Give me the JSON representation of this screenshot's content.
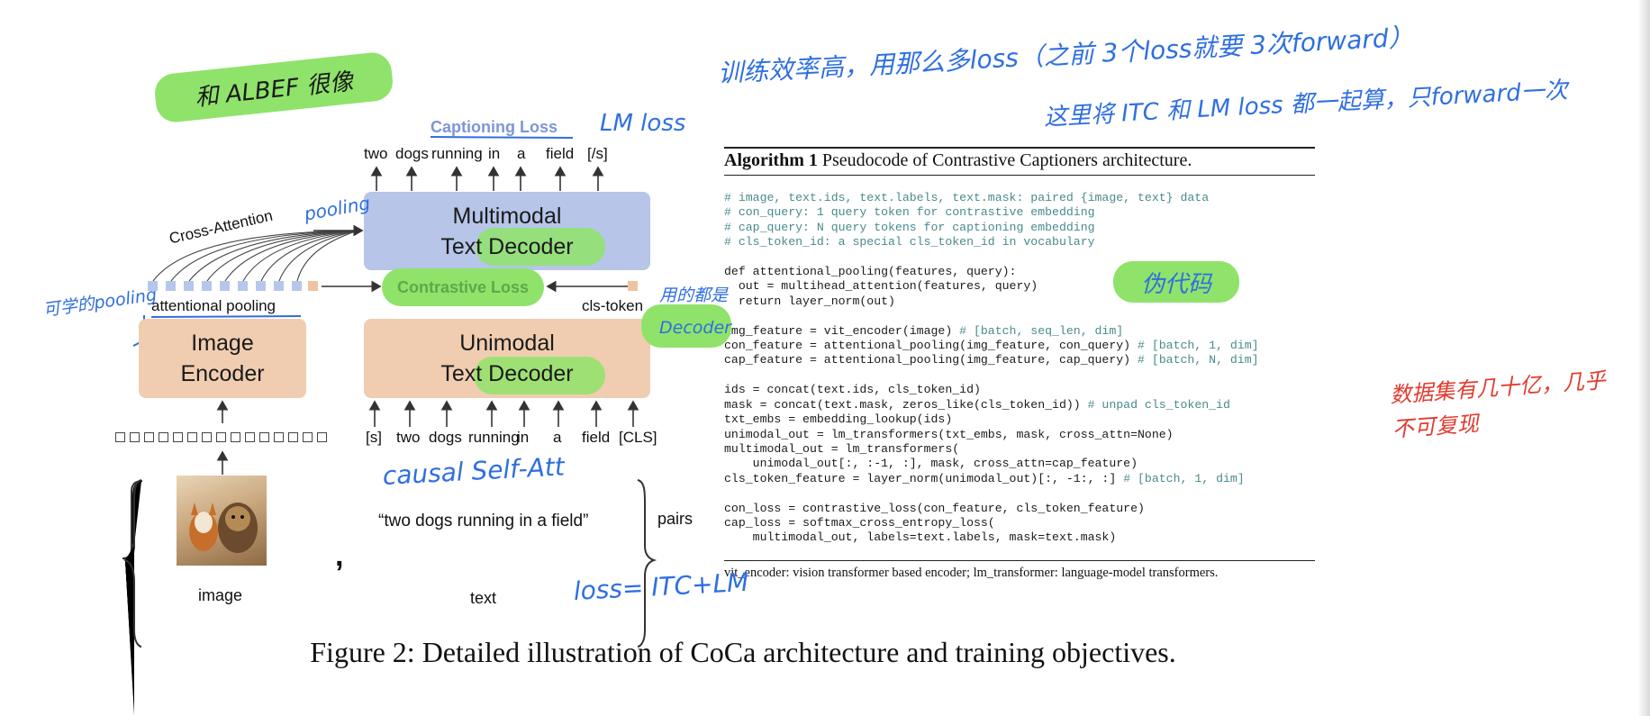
{
  "figure": {
    "caption": "Figure 2: Detailed illustration of CoCa architecture and training objectives."
  },
  "diagram": {
    "captioning_loss": "Captioning Loss",
    "output_tokens": [
      "two",
      "dogs",
      "running",
      "in",
      "a",
      "field",
      "[/s]"
    ],
    "multimodal_decoder": "Multimodal\nText Decoder",
    "cross_attention": "Cross-Attention",
    "contrastive_loss": "Contrastive Loss",
    "attentional_pooling": "attentional pooling",
    "cls_token": "cls-token",
    "image_encoder": "Image\nEncoder",
    "unimodal_decoder": "Unimodal\nText Decoder",
    "input_tokens": [
      "[s]",
      "two",
      "dogs",
      "running",
      "in",
      "a",
      "field",
      "[CLS]"
    ],
    "text_sample": "“two dogs running in a field”",
    "pairs": "pairs",
    "image_label": "image",
    "text_label": "text",
    "comma": ","
  },
  "algorithm": {
    "title_bold": "Algorithm 1",
    "title_rest": " Pseudocode of Contrastive Captioners architecture.",
    "footnote": "vit_encoder: vision transformer based encoder; lm_transformer: language-model transformers."
  },
  "annotations": {
    "albef": "和 ALBEF 很像",
    "lm_loss": "LM loss",
    "training_note_1": "训练效率高，用那么多loss（之前 3个loss就要 3次forward）",
    "training_note_2": "这里将 ITC 和 LM loss 都一起算，只forward一次",
    "pooling": "pooling",
    "learned_pooling": "可学的pooling",
    "decoder_note": "用的都是 Decoder",
    "pseudocode": "伪代码",
    "causal": "causal  Self-Att",
    "loss_formula": "loss= ITC+LM",
    "dataset_note": "数据集有几十亿，几乎不可复现"
  },
  "colors": {
    "decoder_blue": "#b6c5e8",
    "encoder_peach": "#f0cdb0",
    "highlight_green": "#8fe36a",
    "ink_blue": "#2f6fe0",
    "ink_red": "#e23a2e"
  }
}
